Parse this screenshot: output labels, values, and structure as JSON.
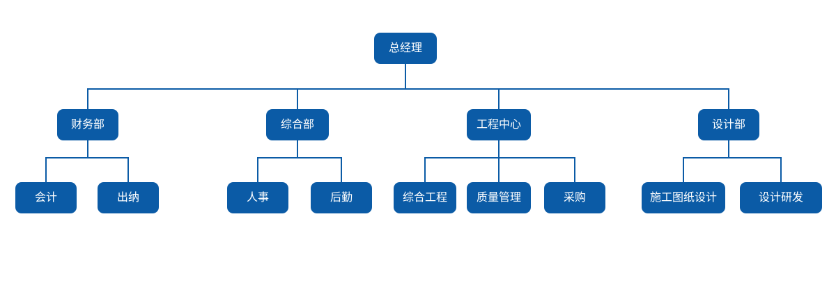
{
  "chart": {
    "type": "org-tree",
    "title": "",
    "node_color": "#0b5ba6",
    "line_color": "#0b5ba6",
    "text_color": "#ffffff",
    "background_color": "#ffffff",
    "root": {
      "label": "总经理"
    },
    "departments": [
      {
        "label": "财务部",
        "children": [
          {
            "label": "会计"
          },
          {
            "label": "出纳"
          }
        ]
      },
      {
        "label": "综合部",
        "children": [
          {
            "label": "人事"
          },
          {
            "label": "后勤"
          }
        ]
      },
      {
        "label": "工程中心",
        "children": [
          {
            "label": "综合工程"
          },
          {
            "label": "质量管理"
          },
          {
            "label": "采购"
          }
        ]
      },
      {
        "label": "设计部",
        "children": [
          {
            "label": "施工图纸设计"
          },
          {
            "label": "设计研发"
          }
        ]
      }
    ]
  }
}
